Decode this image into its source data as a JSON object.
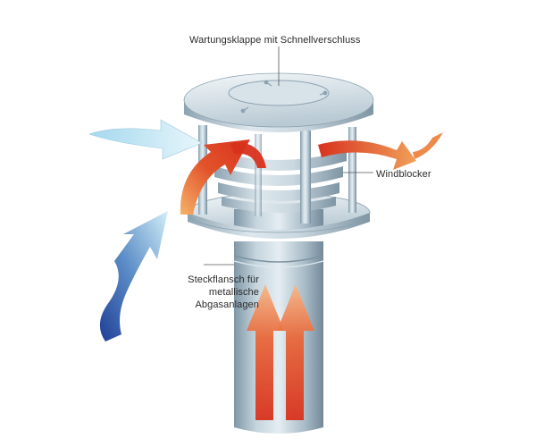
{
  "labels": {
    "maintenance_flap": "Wartungsklappe mit Schnellverschluss",
    "wind_blocker": "Windblocker",
    "flange_line1": "Steckflansch für",
    "flange_line2": "metallische",
    "flange_line3": "Abgasanlagen"
  },
  "colors": {
    "metal_light": "#e6eef3",
    "metal_mid": "#a9bcc8",
    "metal_dark": "#6f8694",
    "hot_red": "#d8321e",
    "hot_orange": "#f4a15a",
    "cold_blue": "#2a4fa0",
    "cold_light": "#bfe3f2"
  }
}
